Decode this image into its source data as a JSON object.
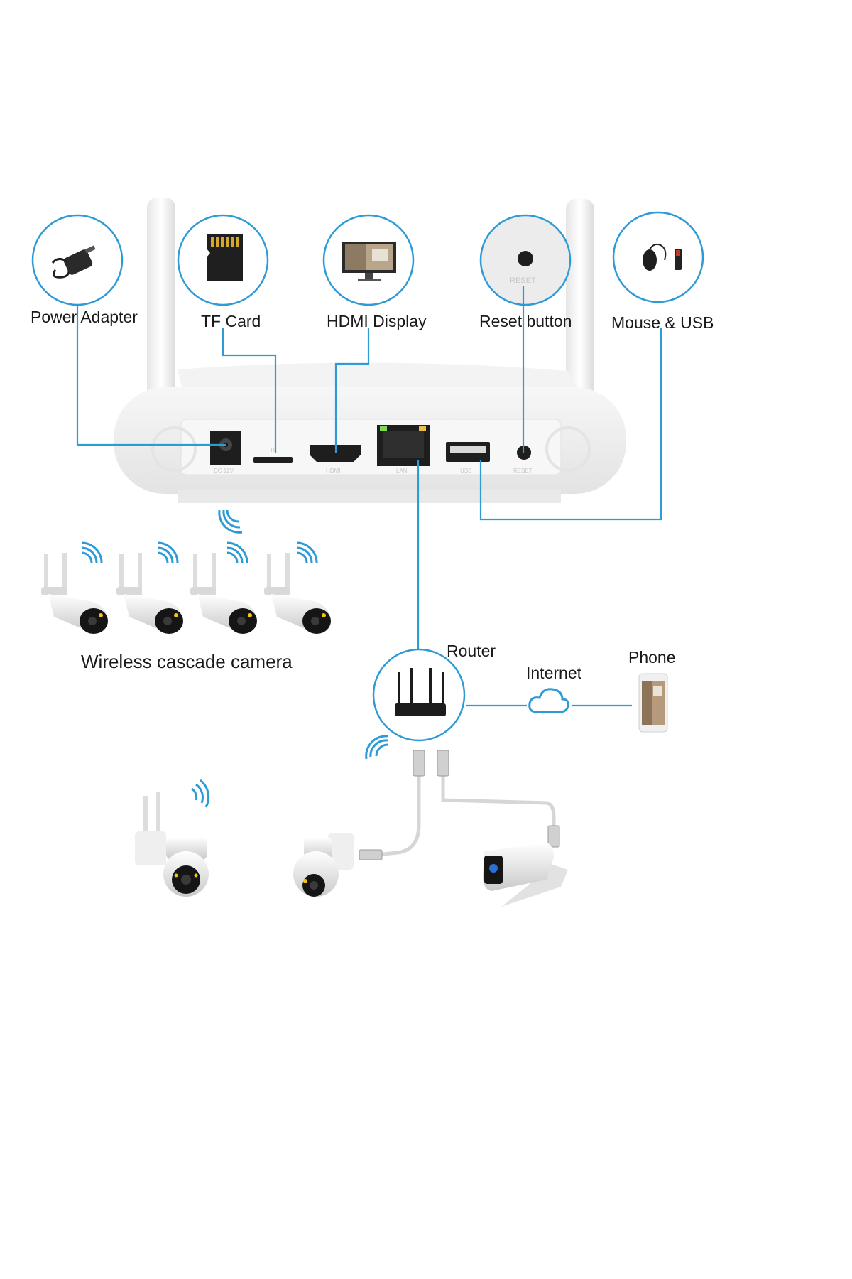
{
  "callouts": {
    "power": "Power Adapter",
    "tf": "TF Card",
    "hdmi": "HDMI Display",
    "reset": "Reset button",
    "mouse": "Mouse & USB"
  },
  "nvr_ports": {
    "dc": "DC 12V",
    "tf": "TF",
    "hdmi": "HDMI",
    "lan": "LAN",
    "usb": "USB",
    "reset": "RESET"
  },
  "reset_zoom_label": "RESET",
  "wireless_cameras_label": "Wireless cascade camera",
  "network": {
    "router": "Router",
    "internet": "Internet",
    "phone": "Phone"
  },
  "colors": {
    "line_blue": "#2e9ad6",
    "ring_blue": "#2e9ad6",
    "device_white": "#f2f2f2"
  }
}
